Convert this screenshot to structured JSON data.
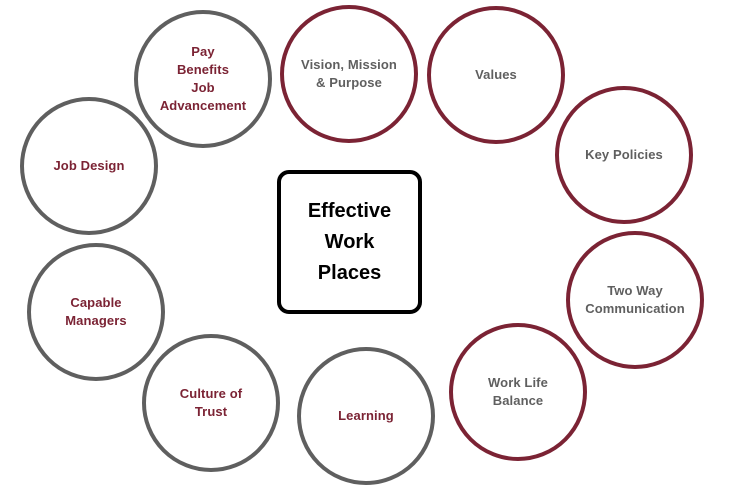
{
  "colors": {
    "gray": "#5f5f5f",
    "maroon": "#7b2334",
    "black": "#000000"
  },
  "center": {
    "title": "Effective\nWork\nPlaces"
  },
  "nodes": [
    {
      "id": "pay",
      "label": "Pay\nBenefits\nJob\nAdvancement",
      "border": "gray",
      "text": "maroon"
    },
    {
      "id": "vision",
      "label": "Vision, Mission\n& Purpose",
      "border": "maroon",
      "text": "gray"
    },
    {
      "id": "values",
      "label": "Values",
      "border": "maroon",
      "text": "gray"
    },
    {
      "id": "job-design",
      "label": "Job Design",
      "border": "gray",
      "text": "maroon"
    },
    {
      "id": "key-policies",
      "label": "Key Policies",
      "border": "maroon",
      "text": "gray"
    },
    {
      "id": "capable-managers",
      "label": "Capable\nManagers",
      "border": "gray",
      "text": "maroon"
    },
    {
      "id": "two-way",
      "label": "Two Way\nCommunication",
      "border": "maroon",
      "text": "gray"
    },
    {
      "id": "culture-trust",
      "label": "Culture of\nTrust",
      "border": "gray",
      "text": "maroon"
    },
    {
      "id": "learning",
      "label": "Learning",
      "border": "gray",
      "text": "maroon"
    },
    {
      "id": "work-life",
      "label": "Work Life\nBalance",
      "border": "maroon",
      "text": "gray"
    }
  ]
}
